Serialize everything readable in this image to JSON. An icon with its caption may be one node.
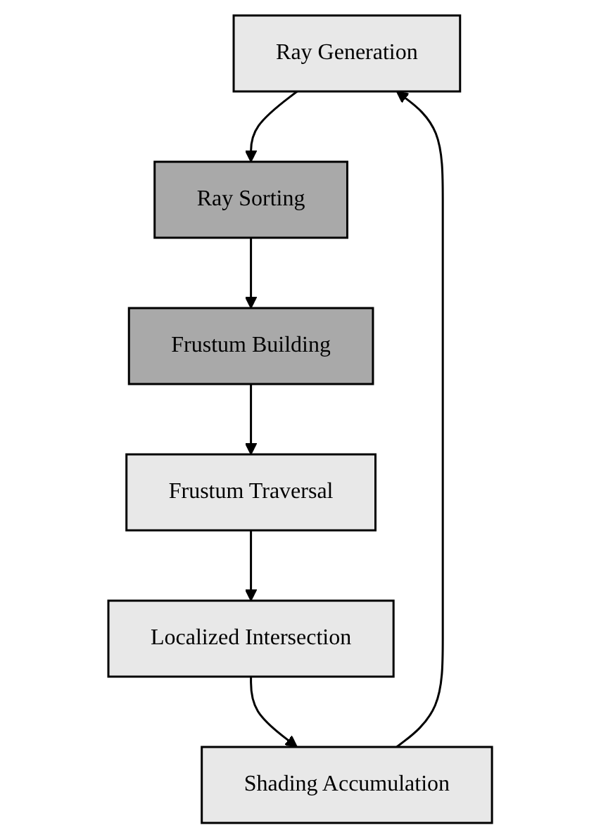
{
  "diagram": {
    "nodes": [
      {
        "text": [
          "Ray Generation"
        ]
      },
      {
        "text": [
          "Ray Sorting"
        ]
      },
      {
        "text": [
          "Frustum Building"
        ]
      },
      {
        "text": [
          "Frustum Traversal"
        ]
      },
      {
        "text": [
          "Localized Intersection"
        ]
      },
      {
        "text": [
          "Shading Accumulation"
        ]
      }
    ],
    "edges": [
      {
        "from": 0,
        "to": 1,
        "arrow": "to"
      },
      {
        "from": 1,
        "to": 2,
        "arrow": "to"
      },
      {
        "from": 2,
        "to": 3,
        "arrow": "to"
      },
      {
        "from": 3,
        "to": 4,
        "arrow": "to"
      },
      {
        "from": 4,
        "to": 5,
        "arrow": "to"
      },
      {
        "from": 5,
        "to": 0,
        "arrow": "to"
      }
    ]
  }
}
